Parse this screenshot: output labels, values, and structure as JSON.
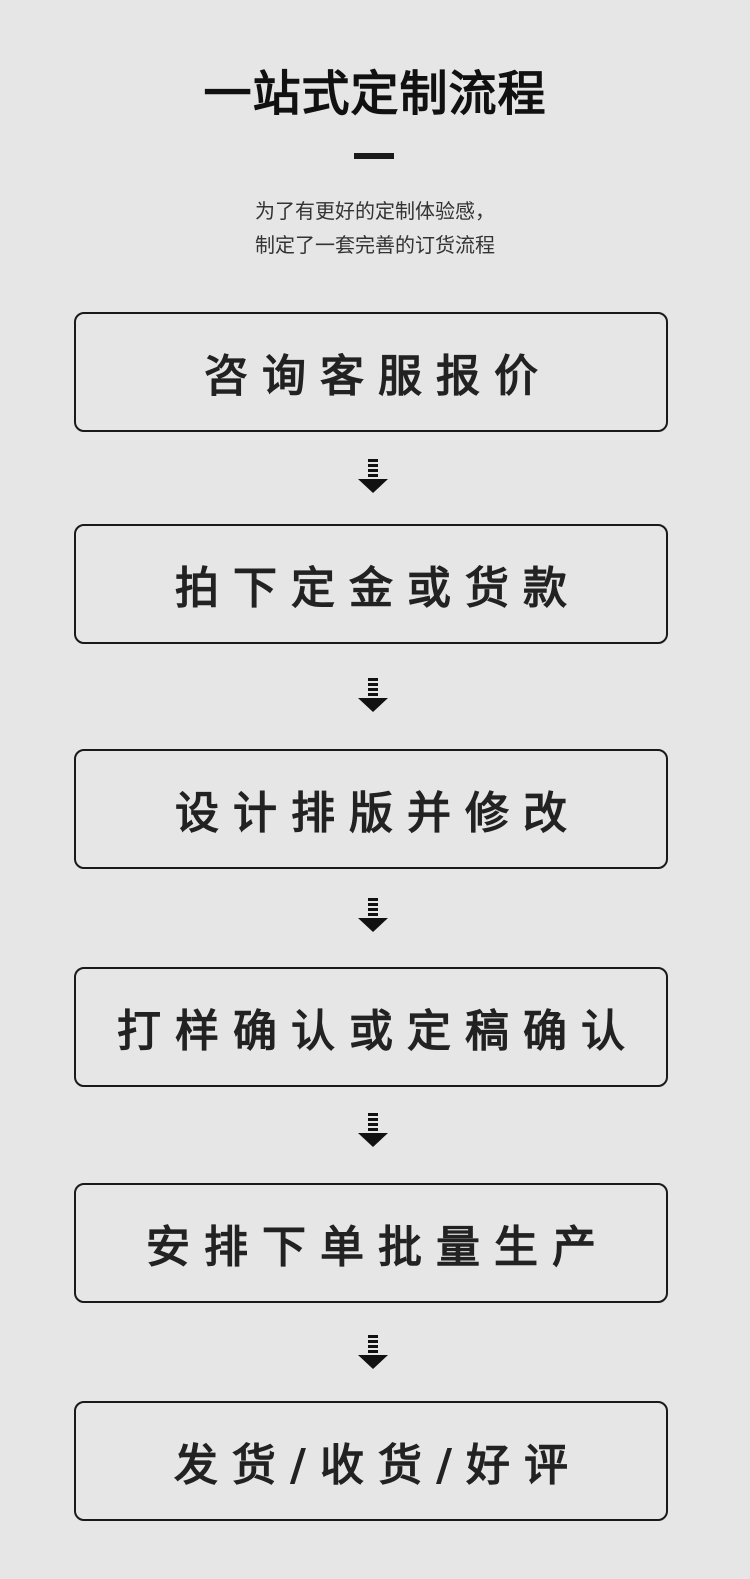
{
  "header": {
    "title": "一站式定制流程",
    "subtitle_line1": "为了有更好的定制体验感，",
    "subtitle_line2": "制定了一套完善的订货流程"
  },
  "steps": [
    {
      "label": "咨询客服报价"
    },
    {
      "label": "拍下定金或货款"
    },
    {
      "label": "设计排版并修改"
    },
    {
      "label": "打样确认或定稿确认"
    },
    {
      "label": "安排下单批量生产"
    },
    {
      "label": "发货/收货/好评"
    }
  ],
  "icons": {
    "arrow": "arrow-down-icon"
  },
  "colors": {
    "background": "#e6e6e6",
    "text": "#1a1a1a",
    "border": "#1a1a1a"
  }
}
